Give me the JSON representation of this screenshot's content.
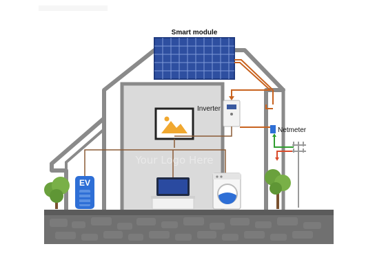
{
  "diagram": {
    "labels": {
      "smart_module": "Smart module",
      "inverter": "Inverter",
      "netmeter": "Netmeter",
      "logo_text": "Your Logo Here",
      "ev": "EV"
    },
    "colors": {
      "wire": "#c8621e",
      "wire_inner": "#8a5a35",
      "panel": "#2e4fa0",
      "house_outline": "#8a8a8a",
      "house_fill": "#dadada",
      "ground": "#6f6f6f",
      "meter": "#2e6fd6",
      "grid_arrow_green": "#2f9e2f",
      "grid_arrow_red": "#d94a2a",
      "tree": "#6aa13d"
    }
  }
}
